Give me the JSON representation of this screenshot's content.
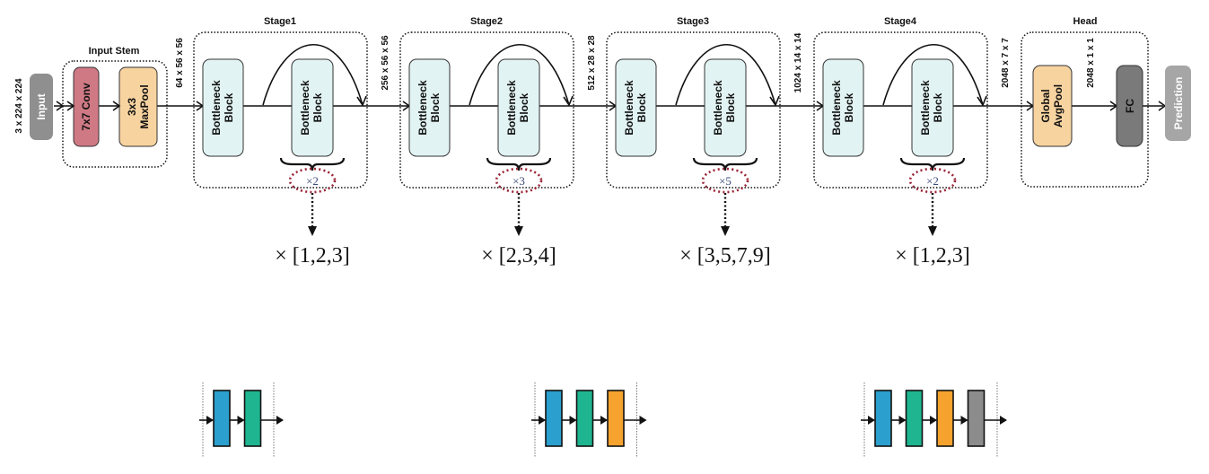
{
  "diagram": {
    "input": {
      "label": "Input",
      "dims": "3 x 224 x 224"
    },
    "stem": {
      "title": "Input Stem",
      "conv_label": "7x7 Conv",
      "pool_label_line1": "3x3",
      "pool_label_line2": "MaxPool",
      "out_dims": "64 x 56 x 56"
    },
    "stages": [
      {
        "title": "Stage1",
        "block1": [
          "Bottleneck",
          "Block"
        ],
        "block2": [
          "Bottleneck",
          "Block"
        ],
        "repeat": "×2",
        "range": "× [1,2,3]",
        "out_dims": "256 x 56 x 56"
      },
      {
        "title": "Stage2",
        "block1": [
          "Bottleneck",
          "Block"
        ],
        "block2": [
          "Bottleneck",
          "Block"
        ],
        "repeat": "×3",
        "range": "× [2,3,4]",
        "out_dims": "512 x 28 x 28"
      },
      {
        "title": "Stage3",
        "block1": [
          "Bottleneck",
          "Block"
        ],
        "block2": [
          "Bottleneck",
          "Block"
        ],
        "repeat": "×5",
        "range": "× [3,5,7,9]",
        "out_dims": "1024 x 14 x 14"
      },
      {
        "title": "Stage4",
        "block1": [
          "Bottleneck",
          "Block"
        ],
        "block2": [
          "Bottleneck",
          "Block"
        ],
        "repeat": "×2",
        "range": "× [1,2,3]",
        "out_dims": "2048 x 7 x 7"
      }
    ],
    "head": {
      "title": "Head",
      "pool_label_line1": "Global",
      "pool_label_line2": "AvgPool",
      "mid_dims": "2048 x 1 x 1",
      "fc_label": "FC"
    },
    "output": {
      "label": "Prediction"
    },
    "mini_sequences": [
      {
        "blocks": [
          "blue",
          "green"
        ]
      },
      {
        "blocks": [
          "blue",
          "green",
          "orange"
        ]
      },
      {
        "blocks": [
          "blue",
          "green",
          "orange",
          "gray"
        ]
      }
    ],
    "colors": {
      "input": "#8f8f8f",
      "conv": "#cf7984",
      "pool": "#f7d3a0",
      "bottleneck": "#e2f3f3",
      "fc": "#7a7a7a",
      "prediction": "#a6a6a6",
      "repeat_outline": "#9b2335",
      "blue": "#2b9fcd",
      "green": "#1fb591",
      "orange": "#f6a22e",
      "gray": "#8c8c8c"
    }
  }
}
